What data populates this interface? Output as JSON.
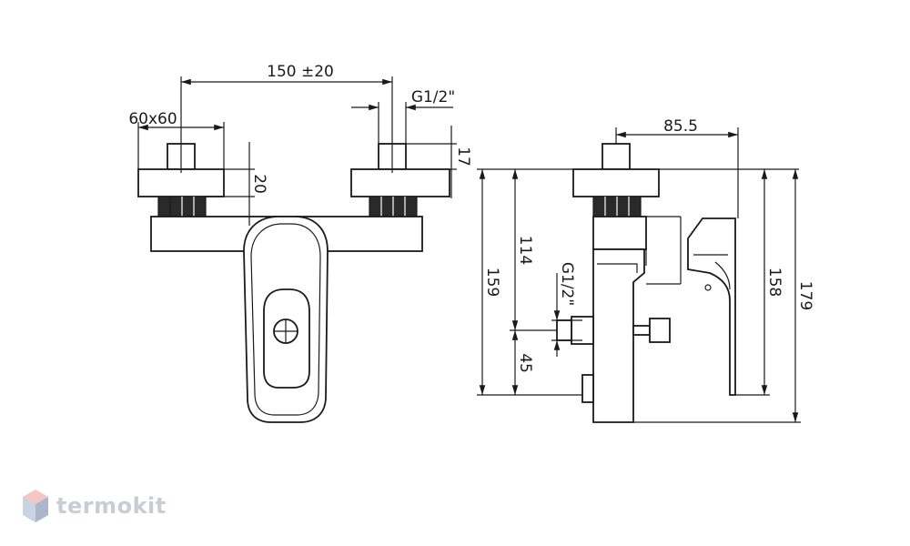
{
  "dimensions": {
    "center_distance": "150 ±20",
    "flange_size": "60x60",
    "thread_top": "G1/2\"",
    "flange_height": "20",
    "thread_length": "17",
    "overall_depth": "85.5",
    "height_114": "114",
    "thread_side": "G1/2\"",
    "height_159": "159",
    "height_45": "45",
    "height_158": "158",
    "height_179": "179"
  },
  "brand": {
    "name": "termokit",
    "colors": {
      "light": "#e8ecf2",
      "mid": "#c9d3e2",
      "dark": "#a9b6cc",
      "accent": "#f4c7c3"
    }
  }
}
